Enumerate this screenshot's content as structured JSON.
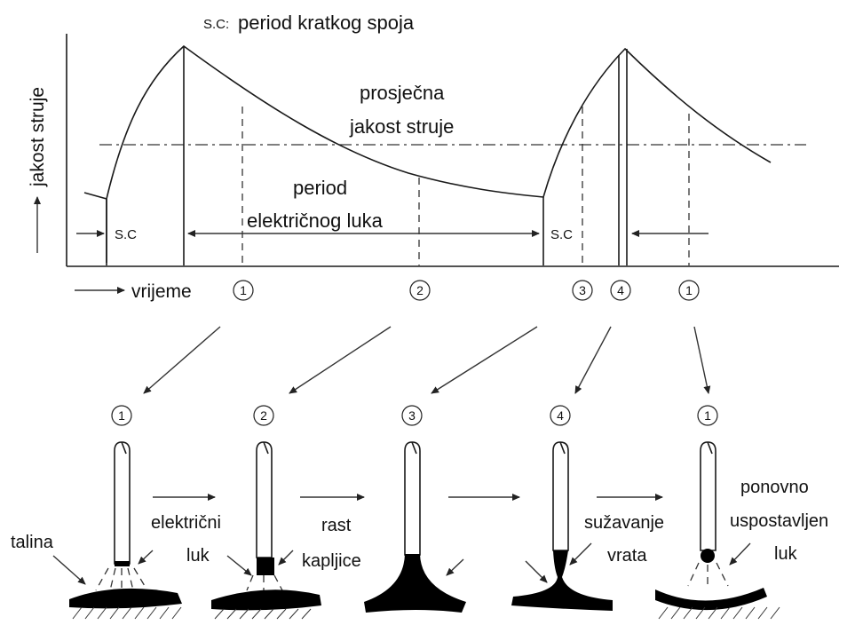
{
  "graph": {
    "y_axis_label": "jakost struje",
    "x_axis_label": "vrijeme",
    "short_circuit_period_prefix": "S.C:",
    "short_circuit_period_label": "period kratkog spoja",
    "average_current_line1": "prosječna",
    "average_current_line2": "jakost struje",
    "arc_period_line1": "period",
    "arc_period_line2": "električnog luka",
    "sc_left": "S.C",
    "sc_right": "S.C",
    "phase_markers": [
      "1",
      "2",
      "3",
      "4",
      "1"
    ]
  },
  "stages": [
    {
      "number": "1",
      "caption_lines": [
        "talina"
      ]
    },
    {
      "number": "2",
      "caption_lines": [
        "električni",
        "luk"
      ]
    },
    {
      "number": "3",
      "caption_lines": [
        "rast",
        "kapljice"
      ]
    },
    {
      "number": "4",
      "caption_lines": [
        "sužavanje",
        "vrata"
      ]
    },
    {
      "number": "1",
      "caption_lines": [
        "ponovno",
        "uspostavljen",
        "luk"
      ]
    }
  ]
}
